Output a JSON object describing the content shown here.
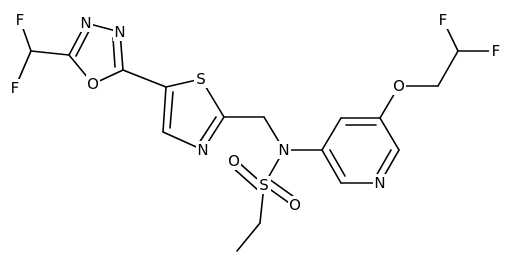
{
  "atoms": {
    "f1": "F",
    "f2": "F",
    "n_oxa1": "N",
    "n_oxa2": "N",
    "o_oxa": "O",
    "s_thz": "S",
    "n_thz": "N",
    "n_amine": "N",
    "s_sulf": "S",
    "o_sulf1": "O",
    "o_sulf2": "O",
    "n_pyr": "N",
    "o_ether": "O",
    "f3": "F",
    "f4": "F"
  },
  "colors": {
    "bond": "#000000",
    "label": "#000000",
    "background": "#ffffff"
  }
}
